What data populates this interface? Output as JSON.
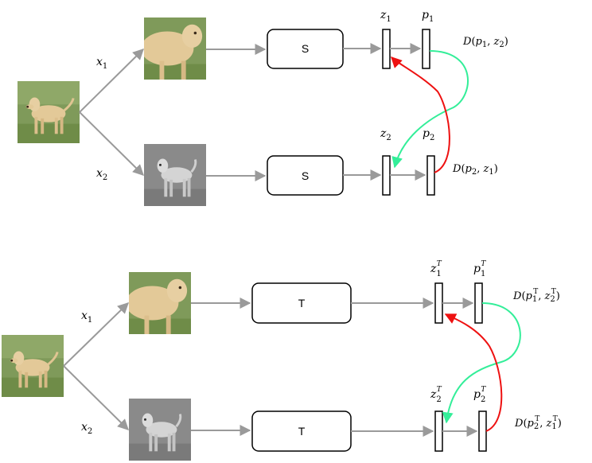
{
  "colors": {
    "arrow_gray": "#9a9a9a",
    "red_arrow": "#ee1111",
    "green_arrow": "#33ee99",
    "box_stroke": "#000000"
  },
  "top": {
    "network_top": "S",
    "network_bottom": "S",
    "view1": {
      "var": "x",
      "sub": "1"
    },
    "view2": {
      "var": "x",
      "sub": "2"
    },
    "z_top": {
      "var": "z",
      "sub": "1"
    },
    "p_top": {
      "var": "p",
      "sub": "1"
    },
    "z_bot": {
      "var": "z",
      "sub": "2"
    },
    "p_bot": {
      "var": "p",
      "sub": "2"
    },
    "loss_top": {
      "fn": "D",
      "a": "p",
      "a_sub": "1",
      "b": "z",
      "b_sub": "2"
    },
    "loss_bot": {
      "fn": "D",
      "a": "p",
      "a_sub": "2",
      "b": "z",
      "b_sub": "1"
    }
  },
  "bottom": {
    "network_top": "T",
    "network_bottom": "T",
    "view1": {
      "var": "x",
      "sub": "1"
    },
    "view2": {
      "var": "x",
      "sub": "2"
    },
    "z_top": {
      "var": "z",
      "sub": "1",
      "sup": "T"
    },
    "p_top": {
      "var": "p",
      "sub": "1",
      "sup": "T"
    },
    "z_bot": {
      "var": "z",
      "sub": "2",
      "sup": "T"
    },
    "p_bot": {
      "var": "p",
      "sub": "2",
      "sup": "T"
    },
    "loss_top": {
      "fn": "D",
      "a": "p",
      "a_sub": "1",
      "b": "z",
      "b_sub": "2",
      "sup": "T"
    },
    "loss_bot": {
      "fn": "D",
      "a": "p",
      "a_sub": "2",
      "b": "z",
      "b_sub": "1",
      "sup": "T"
    }
  }
}
